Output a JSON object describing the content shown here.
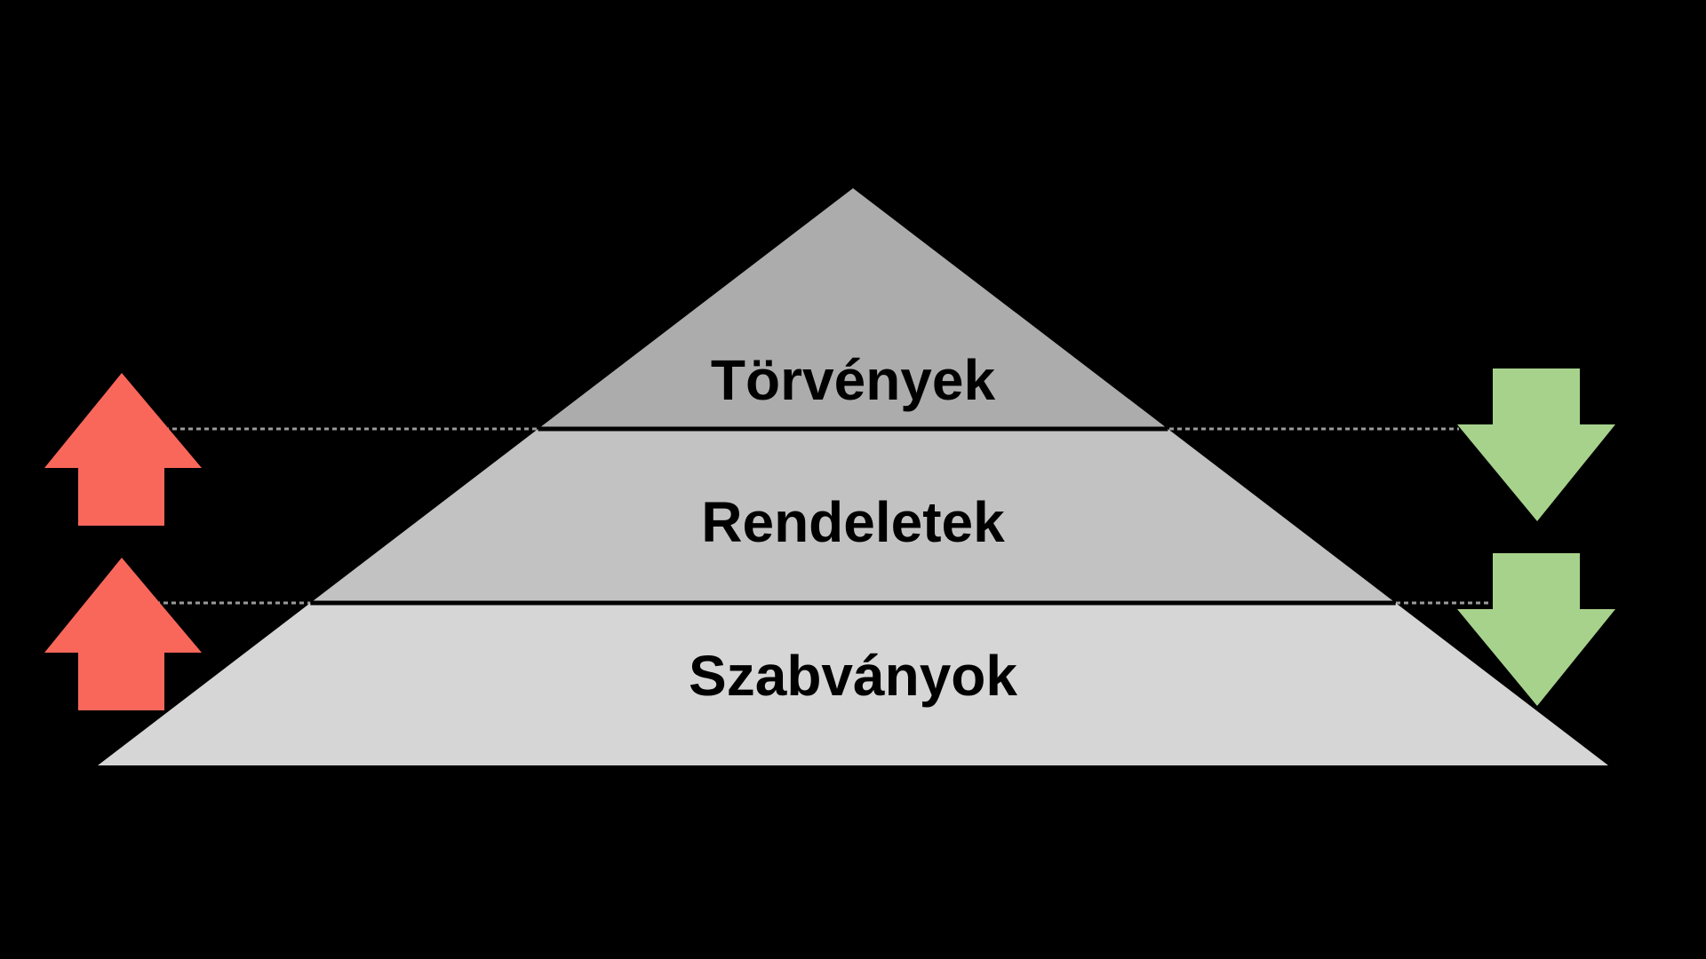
{
  "background_color": "#000000",
  "pyramid": {
    "levels": [
      {
        "label": "Törvények",
        "color": "#ACACAC"
      },
      {
        "label": "Rendeletek",
        "color": "#C2C2C2"
      },
      {
        "label": "Szabványok",
        "color": "#D6D6D6"
      }
    ],
    "divider_color": "#000000",
    "label_color": "#000000"
  },
  "arrows": {
    "up": {
      "color": "#F9675B",
      "direction": "up"
    },
    "down": {
      "color": "#A7D28C",
      "direction": "down"
    }
  },
  "connectors": {
    "color": "#9B9B9B",
    "style": "dotted"
  }
}
